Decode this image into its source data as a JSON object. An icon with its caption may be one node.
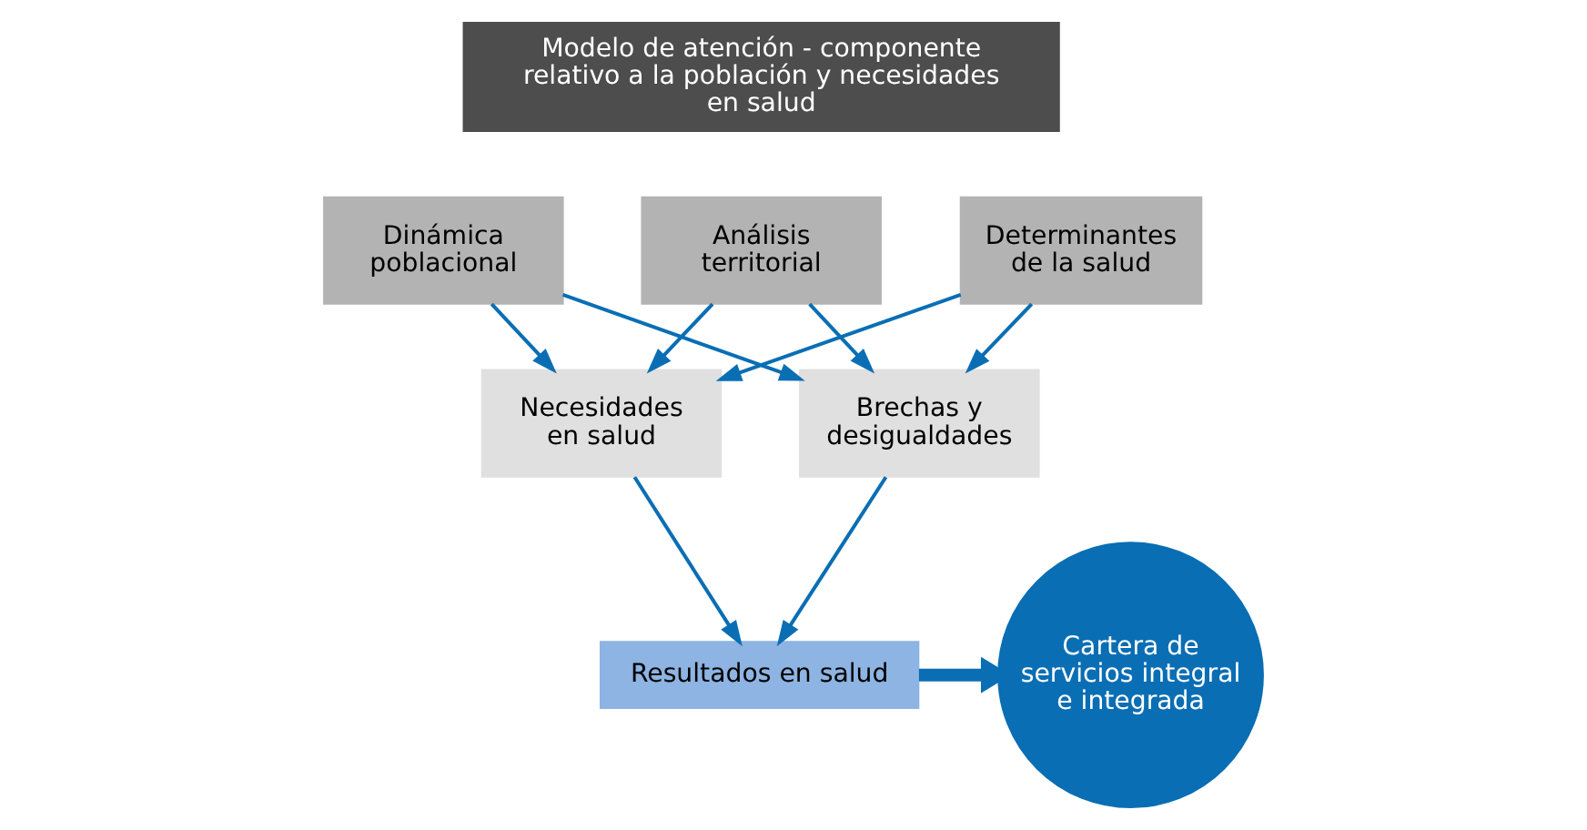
{
  "diagram": {
    "nodes": [
      {
        "text": [
          "Modelo de atención - componente relativo a la población y necesidades en salud"
        ]
      },
      {
        "text": [
          "Dinámica poblacional"
        ]
      },
      {
        "text": [
          "Análisis territorial"
        ]
      },
      {
        "text": [
          "Determinantes de la salud"
        ]
      },
      {
        "text": [
          "Necesidades en salud"
        ]
      },
      {
        "text": [
          "Brechas y desigualdades"
        ]
      },
      {
        "text": [
          "Resultados en salud"
        ]
      },
      {
        "text": [
          "Cartera de servicios integral e integrada"
        ]
      }
    ],
    "edges": [
      {
        "from": 1,
        "to": 4,
        "arrow": "to",
        "color": "#0a6eb4"
      },
      {
        "from": 2,
        "to": 4,
        "arrow": "to",
        "color": "#0a6eb4"
      },
      {
        "from": 3,
        "to": 4,
        "arrow": "to",
        "color": "#0a6eb4"
      },
      {
        "from": 1,
        "to": 5,
        "arrow": "to",
        "color": "#0a6eb4"
      },
      {
        "from": 2,
        "to": 5,
        "arrow": "to",
        "color": "#0a6eb4"
      },
      {
        "from": 3,
        "to": 5,
        "arrow": "to",
        "color": "#0a6eb4"
      },
      {
        "from": 4,
        "to": 6,
        "arrow": "to",
        "color": "#0a6eb4"
      },
      {
        "from": 5,
        "to": 6,
        "arrow": "to",
        "color": "#0a6eb4"
      },
      {
        "from": 6,
        "to": 7,
        "arrow": "to",
        "style": "thick",
        "color": "#0a6eb4"
      }
    ]
  }
}
